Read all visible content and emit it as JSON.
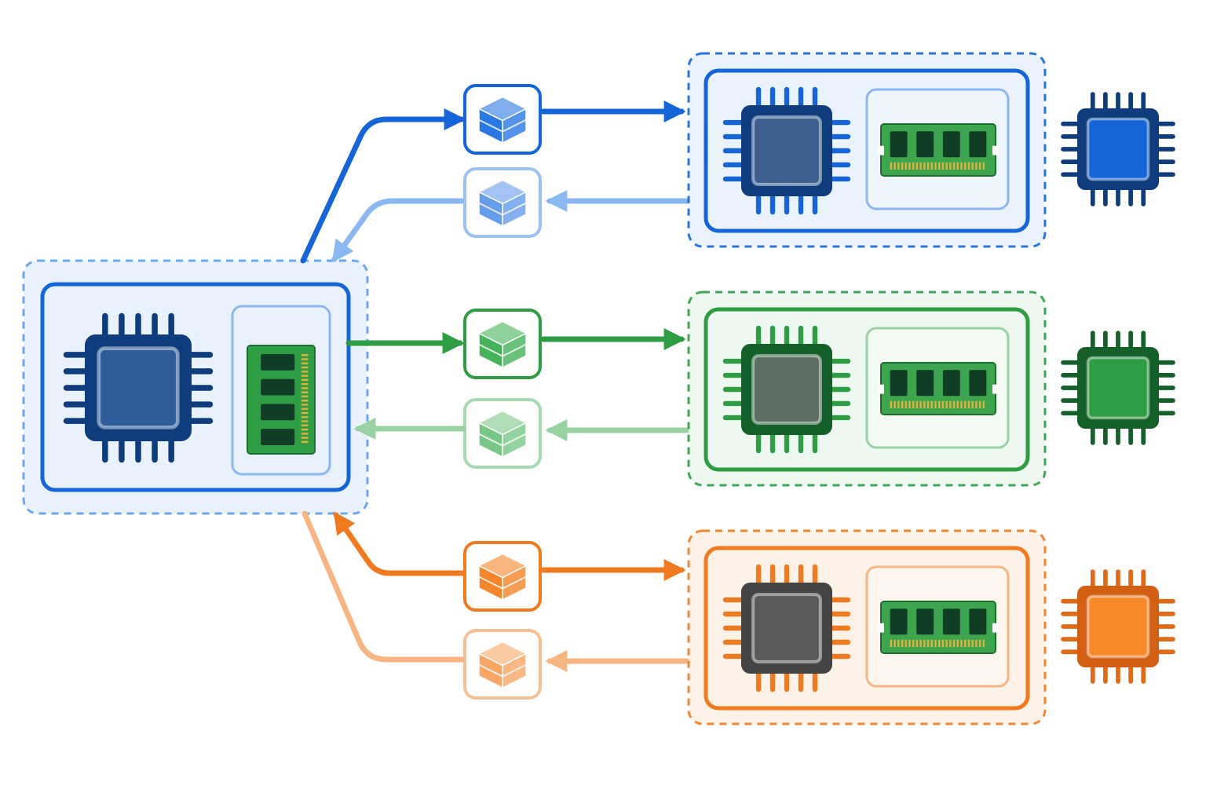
{
  "diagram": {
    "type": "host-to-device data transfer diagram",
    "host": {
      "icon": "cpu-chip-icon",
      "memory_icon": "ram-module-icon",
      "colors": {
        "fill": "#e8f1fc",
        "border": "#1565d8",
        "dash": "#6ea6ea",
        "chip_body": "#0e3c7d",
        "chip_core": "#2f5d9c",
        "ram": "#2e9d44"
      }
    },
    "devices": [
      {
        "id": "blue",
        "colors": {
          "main": "#1565d8",
          "light": "#8bb8f0",
          "fill": "#e8f1fc",
          "chip_body": "#0e3c7d",
          "chip_core": "#3d5f8e",
          "ext_chip_core": "#1565d8",
          "package": "#2b78e4"
        }
      },
      {
        "id": "green",
        "colors": {
          "main": "#2e9d44",
          "light": "#99d3a3",
          "fill": "#eef8ef",
          "chip_body": "#155f2b",
          "chip_core": "#5c6f64",
          "ext_chip_core": "#2e9d44",
          "package": "#46b25a"
        }
      },
      {
        "id": "orange",
        "colors": {
          "main": "#f07a1f",
          "light": "#f6b582",
          "fill": "#fdf1e6",
          "chip_body": "#444444",
          "chip_core": "#5a5a5a",
          "ext_chip_core": "#f7892a",
          "package": "#f5852a"
        }
      }
    ],
    "icons": [
      "cpu-chip-icon",
      "ram-module-icon",
      "data-package-icon",
      "arrow-right-icon",
      "arrow-left-icon"
    ]
  }
}
